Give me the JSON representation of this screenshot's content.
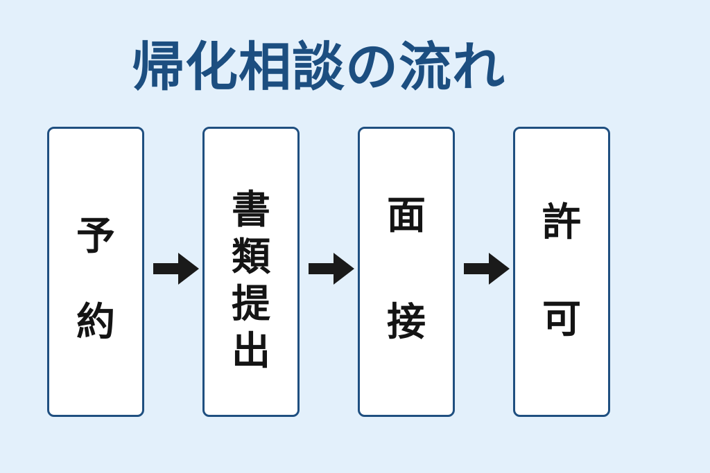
{
  "title": "帰化相談の流れ",
  "steps": [
    {
      "chars": [
        "予",
        "約"
      ]
    },
    {
      "chars": [
        "書",
        "類",
        "提",
        "出"
      ]
    },
    {
      "chars": [
        "面",
        "接"
      ]
    },
    {
      "chars": [
        "許",
        "可"
      ]
    }
  ],
  "colors": {
    "background": "#e3f0fb",
    "title": "#1c4e80",
    "box_border": "#1f4f80",
    "box_fill": "#ffffff",
    "text": "#141414",
    "arrow": "#1a1a1a"
  },
  "icons": {
    "connector": "right-arrow-icon"
  }
}
